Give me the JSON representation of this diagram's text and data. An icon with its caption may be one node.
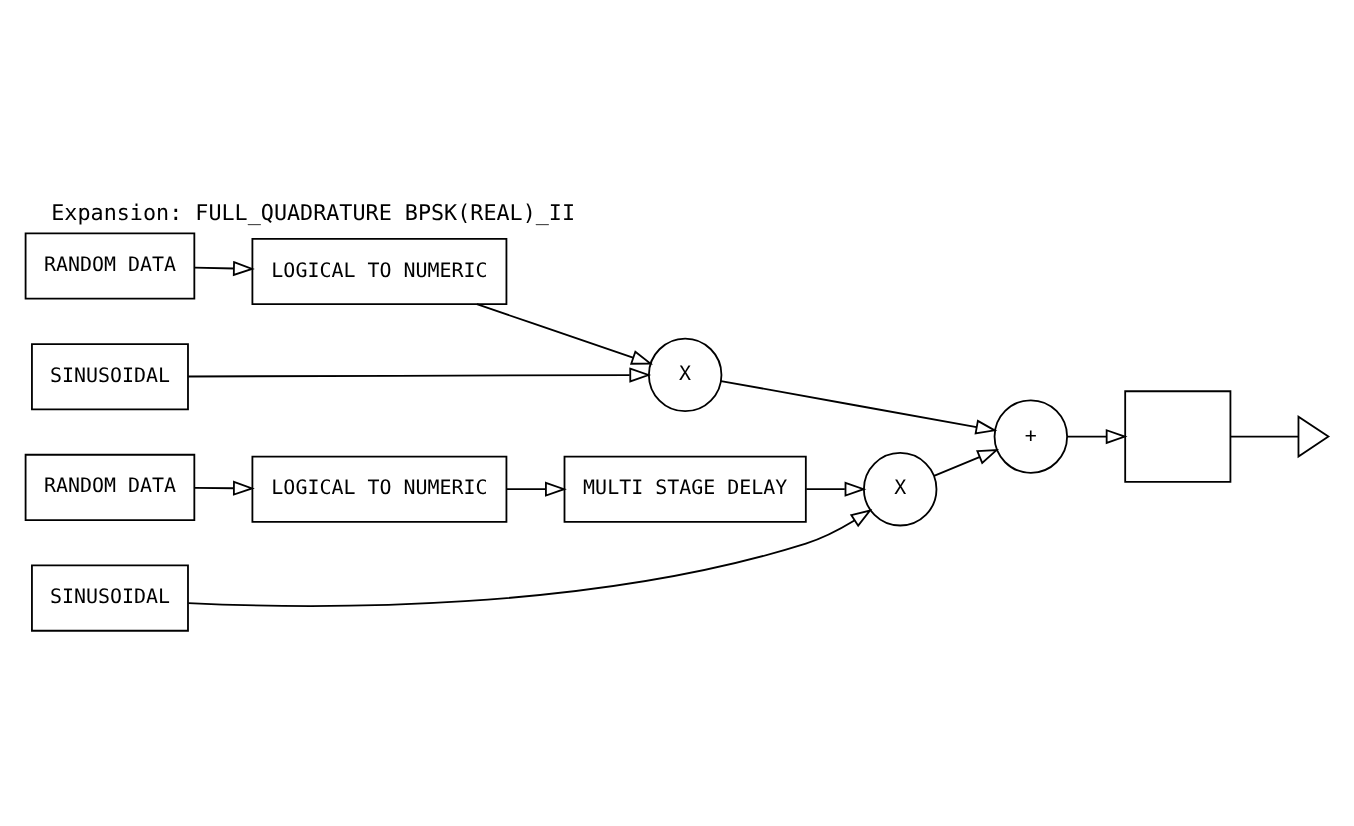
{
  "diagram": {
    "title": "Expansion: FULL_QUADRATURE BPSK(REAL)_II",
    "nodes": [
      {
        "text": [
          "RANDOM DATA"
        ]
      },
      {
        "text": [
          "LOGICAL TO NUMERIC"
        ]
      },
      {
        "text": [
          "X"
        ]
      },
      {
        "text": [
          "+"
        ]
      },
      {
        "text": [],
        "shape": "box"
      },
      {
        "text": [],
        "shape": "triangle"
      },
      {
        "text": [
          "SINUSOIDAL"
        ]
      },
      {
        "text": [
          "SINUSOIDAL"
        ]
      },
      {
        "text": [
          "RANDOM DATA"
        ]
      },
      {
        "text": [
          "LOGICAL TO NUMERIC"
        ]
      },
      {
        "text": [
          "MULTI STAGE DELAY"
        ]
      },
      {
        "text": [
          "X"
        ]
      }
    ],
    "edges": [
      {
        "from": 0,
        "to": 1,
        "arrow": "to"
      },
      {
        "from": 1,
        "to": 2,
        "arrow": "to"
      },
      {
        "from": 2,
        "to": 3,
        "arrow": "to"
      },
      {
        "from": 3,
        "to": 4,
        "arrow": "to"
      },
      {
        "from": 4,
        "to": 5,
        "arrow": "none"
      },
      {
        "from": 6,
        "to": 2,
        "arrow": "to"
      },
      {
        "from": 7,
        "to": 11,
        "arrow": "to"
      },
      {
        "from": 8,
        "to": 9,
        "arrow": "to"
      },
      {
        "from": 9,
        "to": 10,
        "arrow": "to"
      },
      {
        "from": 10,
        "to": 11,
        "arrow": "to"
      },
      {
        "from": 11,
        "to": 3,
        "arrow": "to"
      }
    ]
  }
}
